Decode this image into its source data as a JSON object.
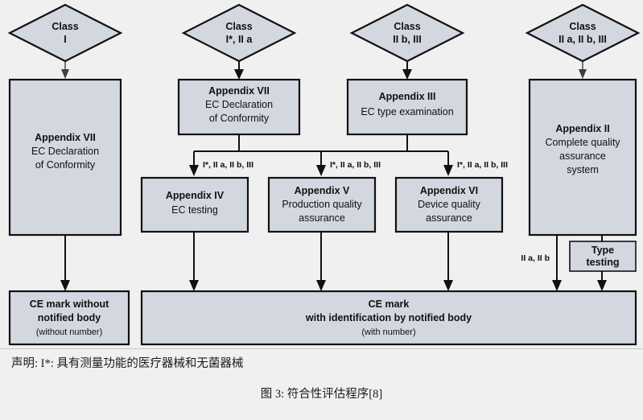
{
  "colors": {
    "background": "#f0f0f0",
    "node_fill": "#d3d7e0",
    "node_stroke": "#111111",
    "text": "#111111"
  },
  "diagram": {
    "title_caption": "图 3:  符合性评估程序[8]",
    "note": "声明:  I*:  具有测量功能的医疗器械和无菌器械",
    "classes": [
      {
        "id": "class-1",
        "line1": "Class",
        "line2": "I"
      },
      {
        "id": "class-2",
        "line1": "Class",
        "line2": "I*, II a"
      },
      {
        "id": "class-3",
        "line1": "Class",
        "line2": "II b, III"
      },
      {
        "id": "class-4",
        "line1": "Class",
        "line2": "II a, II b, III"
      }
    ],
    "nodes": {
      "appendix_vii_left": {
        "title": "Appendix VII",
        "line2": "EC Declaration",
        "line3": "of Conformity"
      },
      "appendix_vii_top": {
        "title": "Appendix VII",
        "line2": "EC Declaration",
        "line3": "of Conformity"
      },
      "appendix_iii": {
        "title": "Appendix III",
        "line2": "EC type examination"
      },
      "appendix_iv": {
        "title": "Appendix IV",
        "line2": "EC testing"
      },
      "appendix_v": {
        "title": "Appendix V",
        "line2": "Production quality",
        "line3": "assurance"
      },
      "appendix_vi": {
        "title": "Appendix VI",
        "line2": "Device quality",
        "line3": "assurance"
      },
      "appendix_ii": {
        "title": "Appendix II",
        "line2": "Complete quality",
        "line3": "assurance",
        "line4": "system"
      },
      "type_testing": {
        "line1": "Type",
        "line2": "testing"
      },
      "ce_without": {
        "line1": "CE mark without",
        "line2": "notified body",
        "line3": "(without number)"
      },
      "ce_with": {
        "line1": "CE mark",
        "line2": "with identification by notified body",
        "line3": "(with number)"
      }
    },
    "edge_labels": {
      "bus_iv": "I*, II a, II b, III",
      "bus_v": "I*, II a, II b, III",
      "bus_vi": "I*, II a, II b, III",
      "appendix_ii_left": "II a, II b"
    }
  }
}
